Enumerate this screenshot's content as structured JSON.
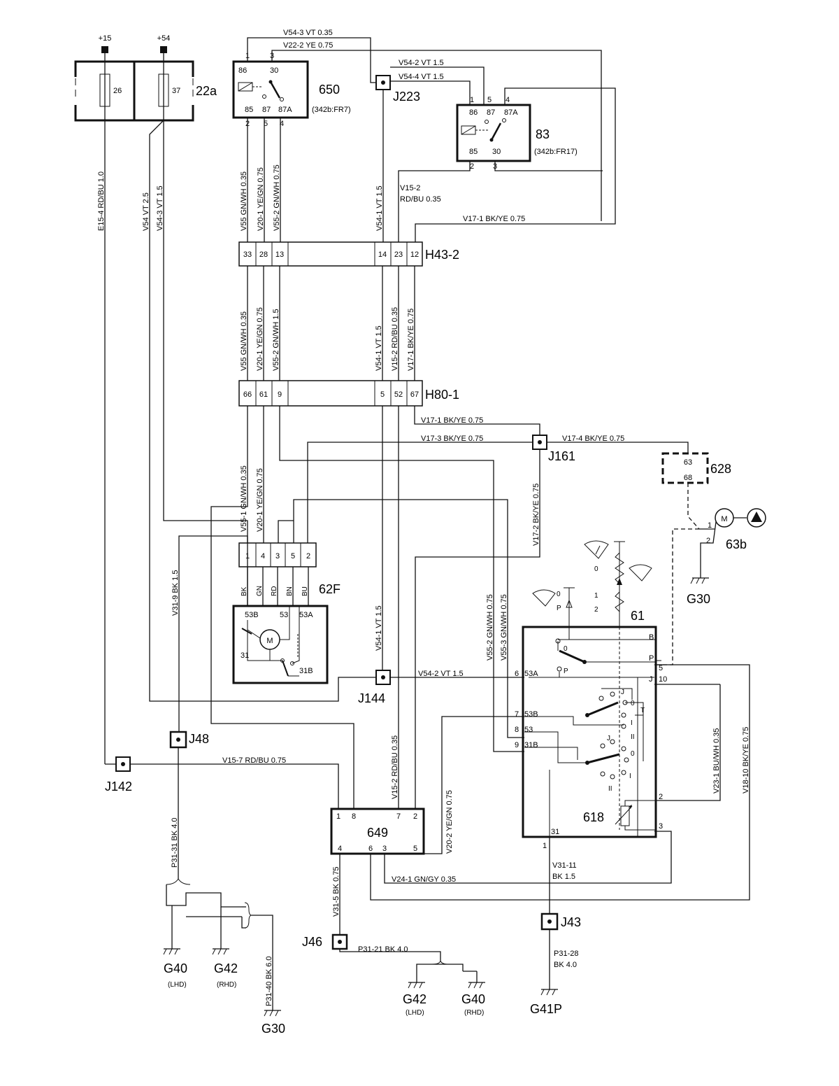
{
  "supplies": {
    "plus15": "+15",
    "plus54": "+54"
  },
  "fusebox": {
    "id": "22a",
    "fuse1": "26",
    "fuse2": "37"
  },
  "relay650": {
    "id": "650",
    "ref": "(342b:FR7)",
    "p1": "1",
    "p3": "3",
    "p2": "2",
    "p5": "5",
    "p4": "4",
    "t86": "86",
    "t30": "30",
    "t85": "85",
    "t87": "87",
    "t87a": "87A"
  },
  "relay83": {
    "id": "83",
    "ref": "(342b:FR17)",
    "p1": "1",
    "p5": "5",
    "p4": "4",
    "p2": "2",
    "p3": "3",
    "t86": "86",
    "t87": "87",
    "t87a": "87A",
    "t85": "85",
    "t30": "30"
  },
  "wires": {
    "v54_3_top": "V54-3   VT   0.35",
    "v22_2": "V22-2   YE   0.75",
    "v54_2_top": "V54-2   VT   1.5",
    "v54_4": "V54-4   VT   1.5",
    "v15_2_a": "V15-2",
    "v15_2_b": "RD/BU   0.35",
    "v17_1_top": "V17-1  BK/YE 0.75",
    "e15_4": "E15-4  RD/BU  1.0",
    "v54_vt": "V54  VT  2.5",
    "v54_3_v": "V54-3  VT  1.5",
    "v55_up": "V55   GN/WH   0.35",
    "v20_1_up": "V20-1   YE/GN  0.75",
    "v55_2_up": "V55-2   GN/WH  0.75",
    "v54_1_up": "V54-1   VT   1.5",
    "v55_mid": "V55   GN/WH 0.35",
    "v20_1_mid": "V20-1  YE/GN  0.75",
    "v55_2_mid": "V55-2  GN/WH 1.5",
    "v54_1_mid": "V54-1  VT   1.5",
    "v15_2_mid": "V15-2  RD/BU  0.35",
    "v17_1_mid": "V17-1  BK/YE  0.75",
    "v17_1_h": "V17-1  BK/YE  0.75",
    "v17_3": "V17-3  BK/YE  0.75",
    "v17_4": "V17-4  BK/YE  0.75",
    "v55_1": "V55-1  GN/WH  0.35",
    "v20_1_low": "V20-1  YE/GN  0.75",
    "v17_2": "V17-2  BK/YE  0.75",
    "v31_9": "V31-9  BK  1.5",
    "v54_1_low": "V54-1  VT  1.5",
    "v55_2_low": "V55-2  GN/WH  0.75",
    "v55_3": "V55-3  GN/WH  0.75",
    "v54_2_low": "V54-2    VT     1.5",
    "v15_7": "V15-7   RD/BU   0.75",
    "v15_2_low": "V15-2  RD/BU  0.35",
    "v20_2": "V20-2  YE/GN  0.75",
    "v23_1": "V23-1  BU/WH  0.35",
    "v18_10": "V18-10  BK/YE  0.75",
    "v24_1": "V24-1  GN/GY  0.35",
    "v31_11_a": "V31-11",
    "v31_11_b": "BK  1.5",
    "v31_5": "V31-5  BK  0.75",
    "p31_31": "P31-31  BK  4.0",
    "p31_40": "P31-40  BK  6.0",
    "p31_21": "P31-21  BK  4.0",
    "p31_28_a": "P31-28",
    "p31_28_b": "BK  4.0"
  },
  "connectors": {
    "h43_2": {
      "id": "H43-2",
      "pins": [
        "33",
        "28",
        "13",
        "14",
        "23",
        "12"
      ]
    },
    "h80_1": {
      "id": "H80-1",
      "pins": [
        "66",
        "61",
        "9",
        "5",
        "52",
        "67"
      ]
    }
  },
  "splices": {
    "j223": "J223",
    "j161": "J161",
    "j144": "J144",
    "j48": "J48",
    "j142": "J142",
    "j46": "J46",
    "j43": "J43"
  },
  "motor62f": {
    "id": "62F",
    "pins": [
      "1",
      "4",
      "3",
      "5",
      "2"
    ],
    "colors": [
      "BK",
      "GN",
      "RD",
      "BN",
      "BU"
    ],
    "t53b": "53B",
    "t53": "53",
    "t53a": "53A",
    "t31": "31",
    "t31b": "31B",
    "m": "M"
  },
  "module628": {
    "id": "628",
    "p63": "63",
    "p68": "68"
  },
  "pump63b": {
    "id": "63b",
    "p1": "1",
    "p2": "2",
    "m": "M"
  },
  "switch61": {
    "id": "61",
    "t_b": "B",
    "t_p": "P",
    "t_j": "J",
    "pin5": "5",
    "pin10": "10",
    "pin2": "2",
    "pin3": "3",
    "pin31": "31",
    "pin1": "1",
    "t6": "6",
    "t53a": "53A",
    "t7": "7",
    "t53b": "53B",
    "t8": "8",
    "t53": "53",
    "t9": "9",
    "t31b": "31B",
    "pos0": "0",
    "posP": "P",
    "posJ": "J",
    "posT": "T",
    "posI": "I",
    "posII": "II",
    "sym0": "0",
    "sym1": "1",
    "sym2": "2"
  },
  "rheo618": {
    "id": "618"
  },
  "module649": {
    "id": "649",
    "p1": "1",
    "p8": "8",
    "p7": "7",
    "p2": "2",
    "p4": "4",
    "p6": "6",
    "p3": "3",
    "p5": "5"
  },
  "grounds": {
    "g40_l": "G40",
    "g40_l_sub": "(LHD)",
    "g42_r": "G42",
    "g42_r_sub": "(RHD)",
    "g30_bot": "G30",
    "g42_l": "G42",
    "g42_l_sub": "(LHD)",
    "g40_r": "G40",
    "g40_r_sub": "(RHD)",
    "g41p": "G41P",
    "g30_right": "G30"
  }
}
